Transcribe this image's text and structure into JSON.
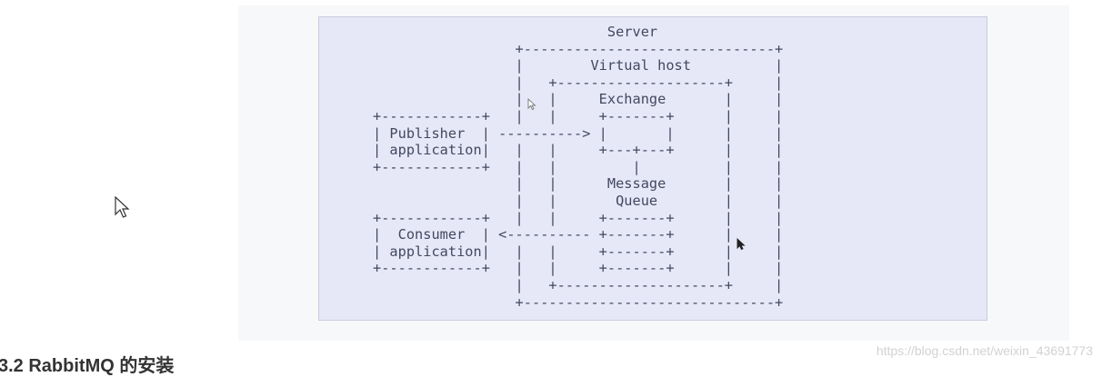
{
  "diagram": {
    "lines": [
      "                            Server",
      "                 +------------------------------+",
      "                 |        Virtual host          |",
      "                 |   +--------------------+     |",
      "                 |   |     Exchange       |     |",
      "+------------+   |   |     +-------+      |     |",
      "| Publisher  | ----------> |       |      |     |",
      "| application|   |   |     +---+---+      |     |",
      "+------------+   |   |         |          |     |",
      "                 |   |      Message       |     |",
      "                 |   |       Queue        |     |",
      "+------------+   |   |     +-------+      |     |",
      "|  Consumer  | <---------- +-------+      |     |",
      "| application|   |   |     +-------+      |     |",
      "+------------+   |   |     +-------+      |     |",
      "                 |   +--------------------+     |",
      "                 +------------------------------+"
    ]
  },
  "heading": "3.2 RabbitMQ 的安装",
  "watermark": "https://blog.csdn.net/weixin_43691773"
}
